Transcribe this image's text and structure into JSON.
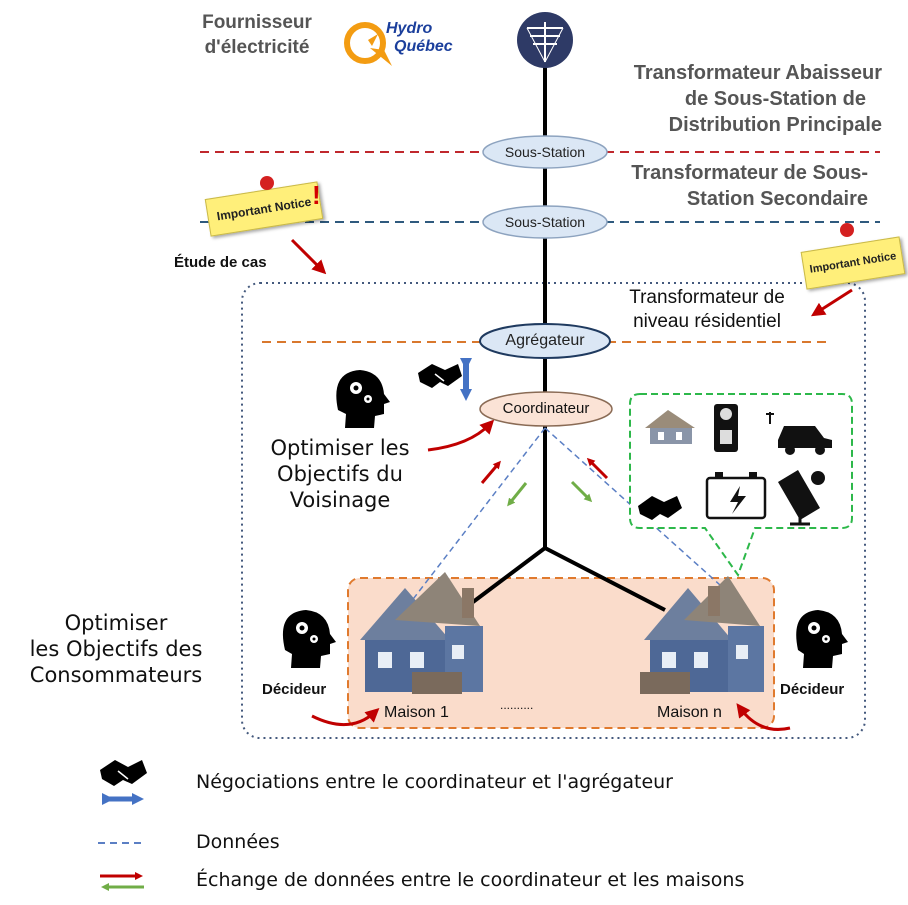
{
  "supplier": {
    "label_line1": "Fournisseur",
    "label_line2": "d'électricité",
    "logo_line1": "Hydro",
    "logo_line2": "Québec"
  },
  "right_labels": {
    "main_transformer": [
      "Transformateur Abaisseur",
      "de Sous-Station de",
      "Distribution Principale"
    ],
    "secondary_transformer": [
      "Transformateur de Sous-",
      "Station Secondaire"
    ],
    "residential_transformer": [
      "Transformateur de",
      "niveau résidentiel"
    ]
  },
  "nodes": {
    "substation_1": "Sous-Station",
    "substation_2": "Sous-Station",
    "aggregator": "Agrégateur",
    "coordinator": "Coordinateur"
  },
  "notices": {
    "left": "Important Notice",
    "right": "Important Notice",
    "case_study": "Étude de cas"
  },
  "objectives": {
    "neighborhood": [
      "Optimiser les",
      "Objectifs du",
      "Voisinage"
    ],
    "consumers": [
      "Optimiser",
      "les Objectifs des",
      "Consommateurs"
    ]
  },
  "houses": {
    "left_decider": "Décideur",
    "right_decider": "Décideur",
    "house_1": "Maison 1",
    "house_n": "Maison n",
    "ellipsis": ".........."
  },
  "legend": {
    "negotiation": "Négociations entre le coordinateur et l'agrégateur",
    "data": "Données",
    "exchange": "Échange de données entre le coordinateur et les maisons"
  },
  "colors": {
    "red_dashed": "#c0282d",
    "blue_dashed": "#2f5a7e",
    "orange_dashed": "#d9782d",
    "community_border": "#44597d",
    "green_box": "#2db84a",
    "house_box_fill": "#fadccb",
    "oval_fill": "#dbe7f5",
    "coordinator_fill": "#fbe3d6",
    "arrow_red": "#c00000",
    "arrow_green": "#70ad47",
    "arrow_blue": "#4472c4"
  }
}
